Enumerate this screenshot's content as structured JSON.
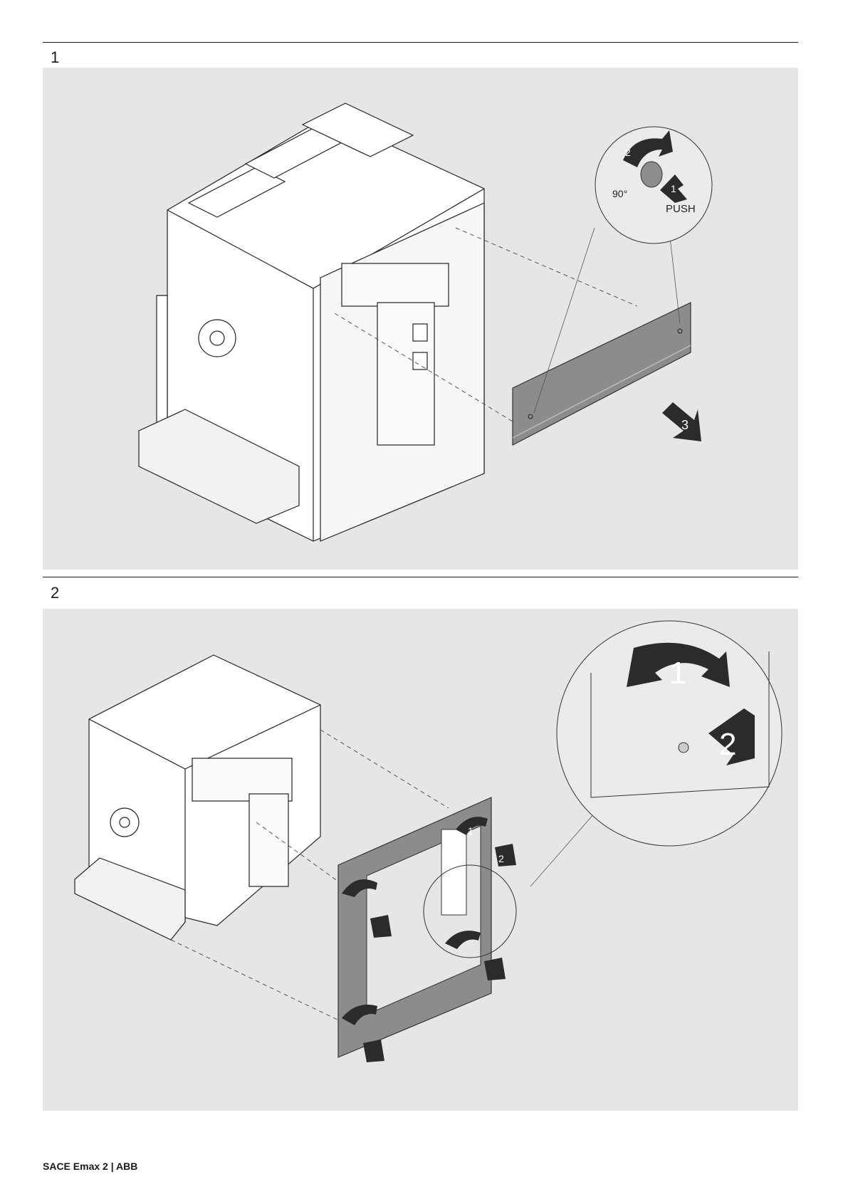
{
  "steps": [
    {
      "number": "1",
      "labels": {
        "angle": "90°",
        "push": "PUSH",
        "callout_a": "1",
        "callout_b": "2",
        "callout_c": "3"
      }
    },
    {
      "number": "2",
      "labels": {
        "big_1": "1",
        "big_2": "2",
        "mark_1": "1",
        "mark_2": "2"
      }
    }
  ],
  "footer": {
    "text": "SACE Emax 2 | ABB"
  }
}
